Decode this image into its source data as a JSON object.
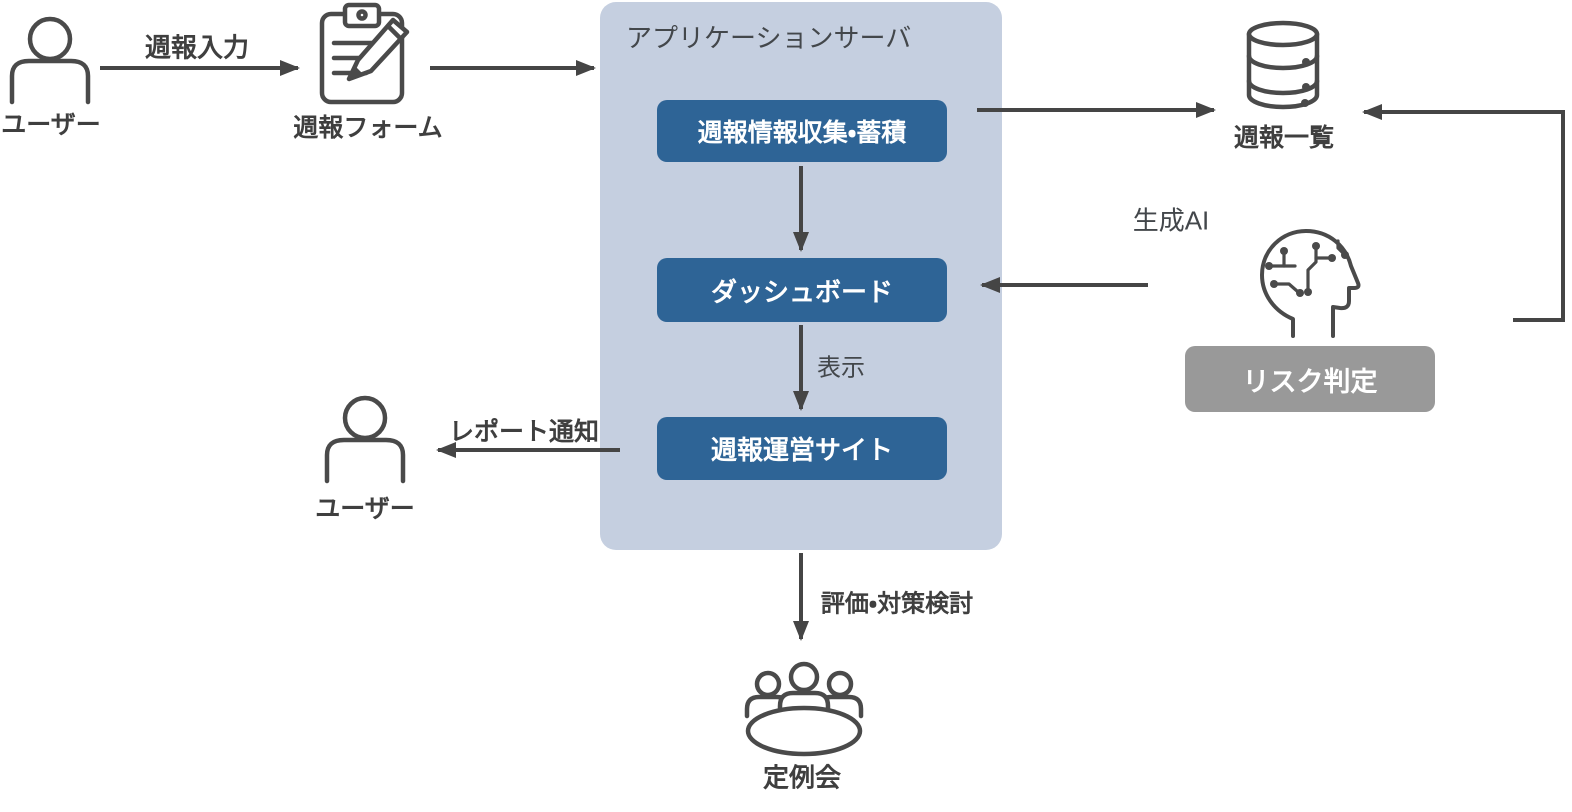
{
  "colors": {
    "background": "#ffffff",
    "server_fill": "#c5cfe0",
    "process_fill": "#2e6496",
    "risk_fill": "#999999",
    "line": "#454545",
    "icon": "#4a4a4a",
    "text_dark": "#3f3f3f",
    "box_text": "#ffffff"
  },
  "nodes": {
    "user_top": {
      "label": "ユーザー"
    },
    "report_form": {
      "label": "週報フォーム"
    },
    "app_server": {
      "title": "アプリケーションサーバ"
    },
    "collect_store": {
      "label": "週報情報収集・蓄積"
    },
    "dashboard": {
      "label": "ダッシュボード"
    },
    "operation_site": {
      "label": "週報運営サイト"
    },
    "report_list": {
      "label": "週報一覧"
    },
    "gen_ai": {
      "label": "生成AI"
    },
    "risk_judge": {
      "label": "リスク判定"
    },
    "user_bottom": {
      "label": "ユーザー"
    },
    "meeting": {
      "label": "定例会"
    }
  },
  "edges": {
    "weekly_input": {
      "label": "週報入力"
    },
    "display": {
      "label": "表示"
    },
    "report_notify": {
      "label": "レポート通知"
    },
    "evaluate": {
      "label": "評価・対策検討"
    }
  },
  "icons": {
    "user_top": "person-outline-icon",
    "report_form": "clipboard-pencil-icon",
    "report_list": "database-icon",
    "gen_ai": "ai-head-circuit-icon",
    "user_bottom": "person-outline-icon",
    "meeting": "meeting-table-icon"
  }
}
